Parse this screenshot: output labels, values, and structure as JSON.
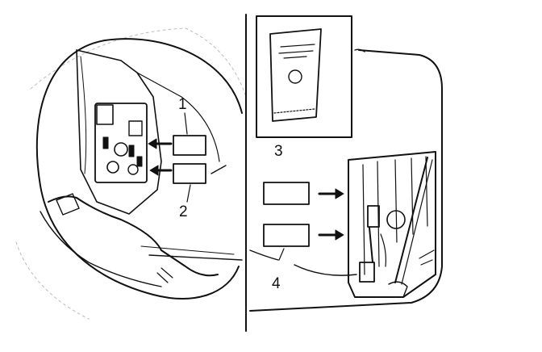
{
  "diagram": {
    "callouts": [
      {
        "id": "1",
        "text": "1"
      },
      {
        "id": "2",
        "text": "2"
      },
      {
        "id": "3",
        "text": "3"
      },
      {
        "id": "4",
        "text": "4"
      }
    ],
    "colors": {
      "line": "#111111",
      "background": "#ffffff",
      "light_line": "#bdbdbd"
    }
  }
}
